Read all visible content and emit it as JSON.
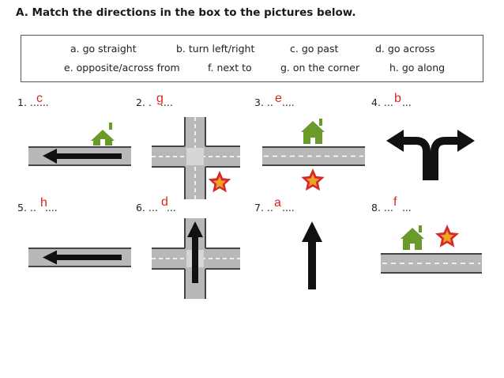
{
  "title": "A. Match the directions in the box to the pictures below.",
  "options": [
    "a. go straight",
    "b. turn left/right",
    "c. go past",
    "d. go across",
    "e. opposite/across from",
    "f. next to",
    "g. on the corner",
    "h. go along"
  ],
  "items": [
    {
      "number": "1.",
      "dots_before": "",
      "answer": "c",
      "dots_after": "......"
    },
    {
      "number": "2.",
      "dots_before": ".",
      "answer": "g",
      "dots_after": "...."
    },
    {
      "number": "3.",
      "dots_before": "..",
      "answer": "e",
      "dots_after": "...."
    },
    {
      "number": "4.",
      "dots_before": "...",
      "answer": "b",
      "dots_after": "..."
    },
    {
      "number": "5.",
      "dots_before": "..",
      "answer": "h",
      "dots_after": "...."
    },
    {
      "number": "6.",
      "dots_before": "...",
      "answer": "d",
      "dots_after": "..."
    },
    {
      "number": "7.",
      "dots_before": "..",
      "answer": "a",
      "dots_after": "...."
    },
    {
      "number": "8.",
      "dots_before": "...",
      "answer": "f",
      "dots_after": "..."
    }
  ],
  "colors": {
    "road": "#b8b8b8",
    "road_edge": "#444444",
    "arrow": "#111111",
    "house": "#6a9a2a",
    "star_outer": "#d62a2a",
    "star_inner": "#f2a127",
    "answer": "#d6281e"
  }
}
